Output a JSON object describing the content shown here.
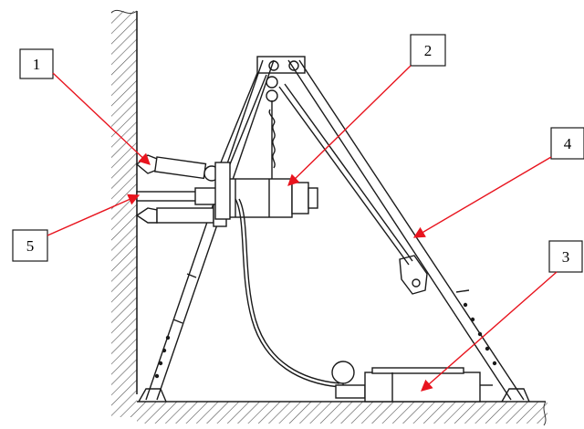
{
  "callouts": [
    {
      "id": "1",
      "label": "1"
    },
    {
      "id": "2",
      "label": "2"
    },
    {
      "id": "3",
      "label": "3"
    },
    {
      "id": "4",
      "label": "4"
    },
    {
      "id": "5",
      "label": "5"
    }
  ],
  "colors": {
    "line": "#1a1a1a",
    "callout": "#e8141e",
    "hatch": "#444444"
  }
}
